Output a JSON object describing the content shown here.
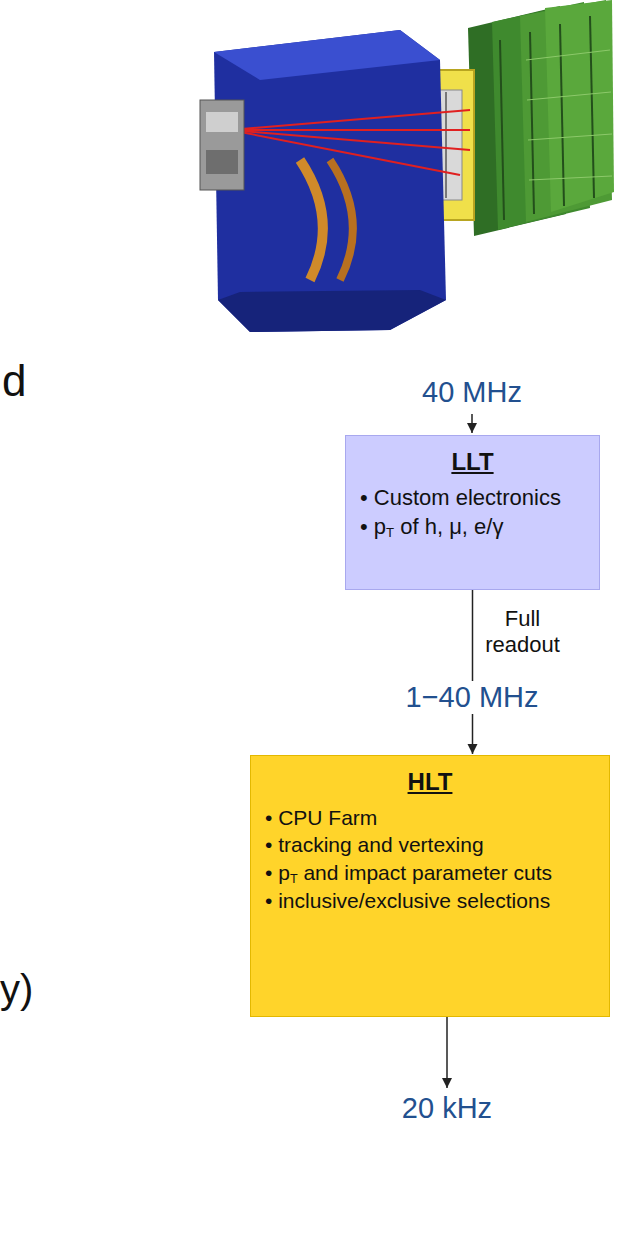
{
  "diagram": {
    "nodes": [
      {
        "text": [
          "LLT",
          "• Custom electronics",
          "• pT of h, μ, e/γ"
        ]
      },
      {
        "text": [
          "HLT",
          "• CPU Farm",
          "• tracking and vertexing",
          "• pT and impact parameter cuts",
          "• inclusive/exclusive selections"
        ]
      }
    ],
    "edges": [
      {
        "from": 0,
        "to": 1,
        "arrow": "to",
        "label": "Full readout"
      }
    ],
    "labels": [
      "d",
      "40 MHz",
      "1−40 MHz",
      "y)",
      "20 kHz"
    ]
  }
}
